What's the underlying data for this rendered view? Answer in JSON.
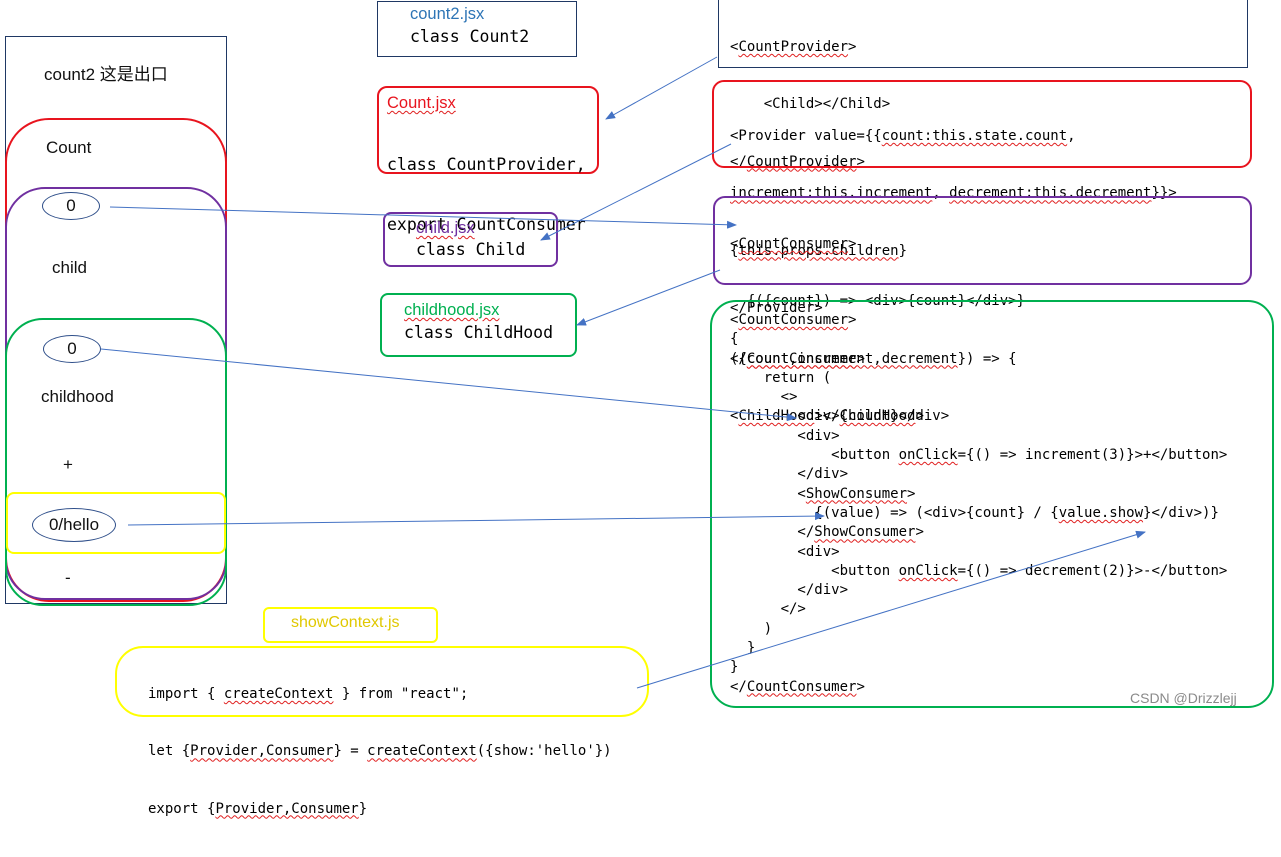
{
  "left_panel": {
    "title": "count2 这是出口",
    "count_label": "Count",
    "count_value": "0",
    "child_label": "child",
    "childhood_value": "0",
    "childhood_label": "childhood",
    "plus_label": "+",
    "show_value": "0/hello",
    "minus_label": "-"
  },
  "count2_file": {
    "filename": "count2.jsx",
    "line": "class Count2"
  },
  "count_file": {
    "filename": "Count.jsx",
    "lines": [
      "class CountProvider,",
      "export CountConsumer"
    ]
  },
  "child_file": {
    "filename": "child.jsx",
    "line": "class Child"
  },
  "childhood_file": {
    "filename": "childhood.jsx",
    "line": "class ChildHood"
  },
  "show_context_file": {
    "filename": "showContext.js"
  },
  "show_context_code": [
    "import { createContext } from \"react\";",
    "let {Provider,Consumer} = createContext({show:'hello'})",
    "export {Provider,Consumer}"
  ],
  "code_count2": [
    "<CountProvider>",
    "    <Child></Child>",
    "</CountProvider>"
  ],
  "code_provider": [
    "<Provider value={{count:this.state.count,",
    "increment:this.increment, decrement:this.decrement}}>",
    "{this.props.children}",
    "</Provider>"
  ],
  "code_child": [
    "<CountConsumer>",
    "  {({count}) => <div>{count}</div>}",
    "</CountConsumer>",
    "<ChildHood></ChildHood>"
  ],
  "code_childhood": [
    "<CountConsumer>",
    "{",
    "({count,increment,decrement}) => {",
    "    return (",
    "      <>",
    "        <div>{count}</div>",
    "        <div>",
    "            <button onClick={() => increment(3)}>+</button>",
    "        </div>",
    "        <ShowConsumer>",
    "          {(value) => (<div>{count} / {value.show}</div>)}",
    "        </ShowConsumer>",
    "        <div>",
    "            <button onClick={() => decrement(2)}>-</button>",
    "        </div>",
    "      </>",
    "    )",
    "  }",
    "}",
    "</CountConsumer>"
  ],
  "watermark": "CSDN @Drizzlejj",
  "colors": {
    "red": "#e8141e",
    "purple": "#7030a0",
    "green": "#00b050",
    "yellow": "#ffff00",
    "navy": "#1f3864",
    "arrow": "#4472c4",
    "file_blue": "#2e75b6"
  }
}
